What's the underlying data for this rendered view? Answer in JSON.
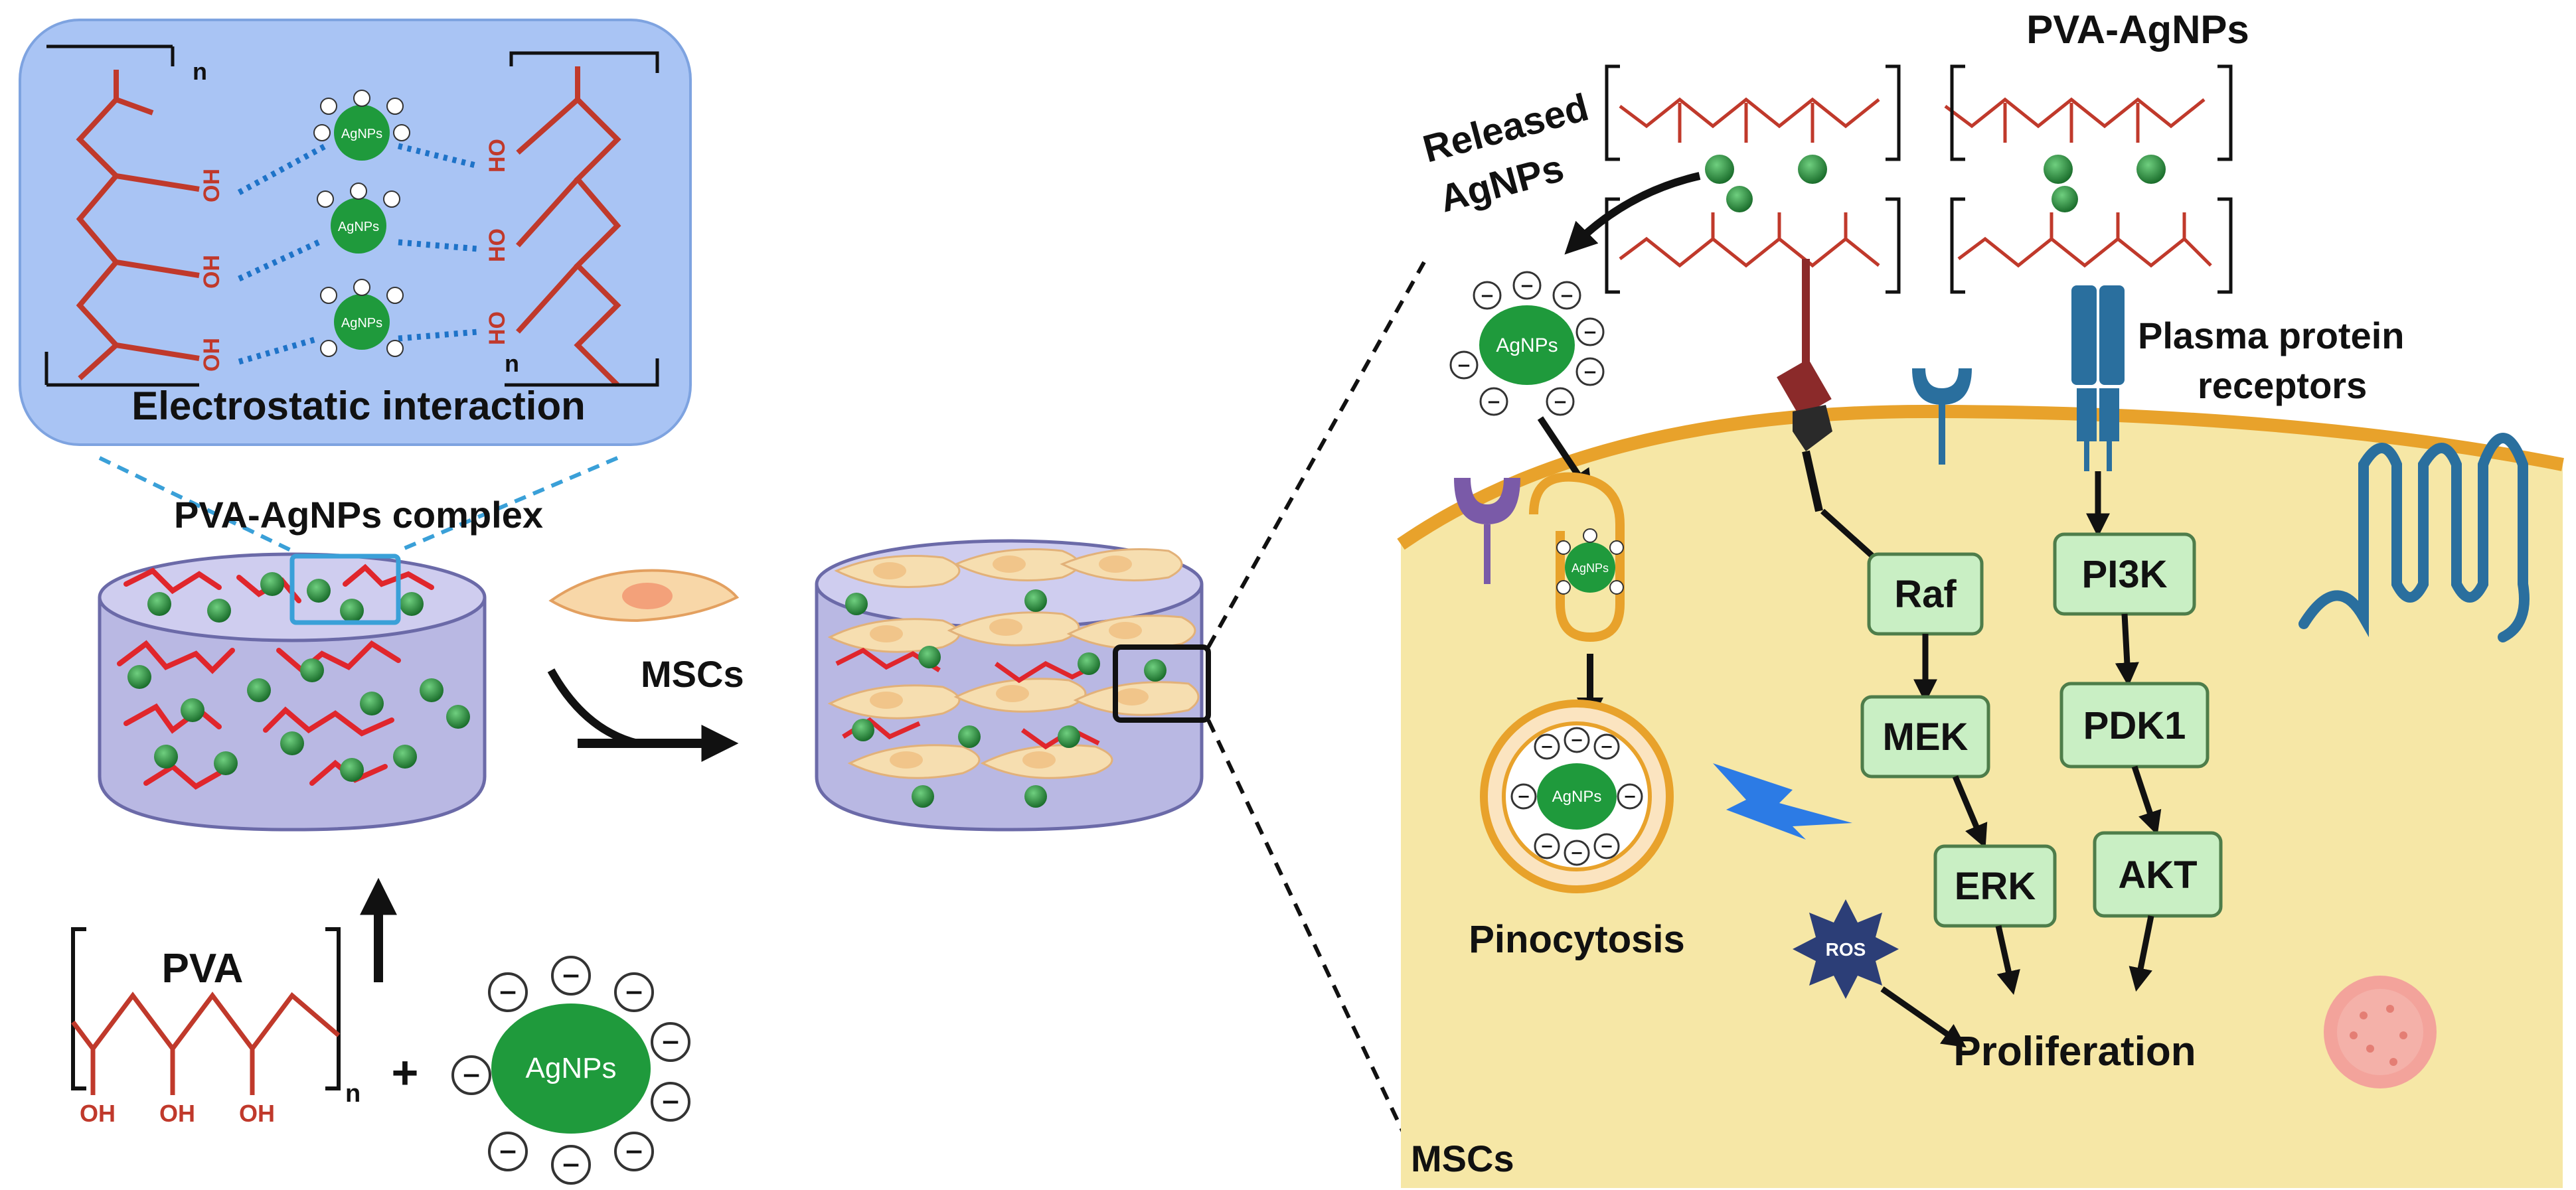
{
  "labels": {
    "electrostatic": "Electrostatic interaction",
    "complex": "PVA-AgNPs complex",
    "mscs_arrow": "MSCs",
    "pva": "PVA",
    "plus": "+",
    "pva_agnps": "PVA-AgNPs",
    "released_line1": "Released",
    "released_line2": "AgNPs",
    "receptors_line1": "Plasma protein",
    "receptors_line2": "receptors",
    "pinocytosis": "Pinocytosis",
    "proliferation": "Proliferation",
    "ros": "ROS",
    "mscs_cell": "MSCs",
    "oh": "OH",
    "ho": "HO",
    "n": "n",
    "agnps": "AgNPs",
    "minus": "−"
  },
  "pathway": {
    "left": [
      "Raf",
      "MEK",
      "ERK"
    ],
    "right": [
      "PI3K",
      "PDK1",
      "AKT"
    ]
  },
  "colors": {
    "inset_bg": "#a9c4f4",
    "polymer_red": "#c0392b",
    "agnp_green": "#1f9a3c",
    "cell_yellow": "#f6e7a6",
    "membrane_orange": "#e8a22b",
    "pathway_box": "#c9efc4",
    "receptor_blue": "#2a6f9e",
    "ros_navy": "#2c3e77",
    "dashed_blue": "#3aa0d8"
  }
}
